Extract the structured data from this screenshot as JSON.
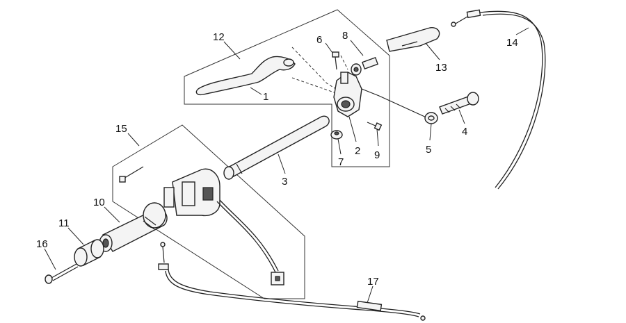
{
  "callouts": [
    "1",
    "2",
    "3",
    "4",
    "5",
    "6",
    "7",
    "8",
    "9",
    "10",
    "11",
    "12",
    "13",
    "14",
    "15",
    "16",
    "17"
  ],
  "colors": {
    "ink": "#222222",
    "background": "#ffffff",
    "fill": "#f4f4f4"
  }
}
